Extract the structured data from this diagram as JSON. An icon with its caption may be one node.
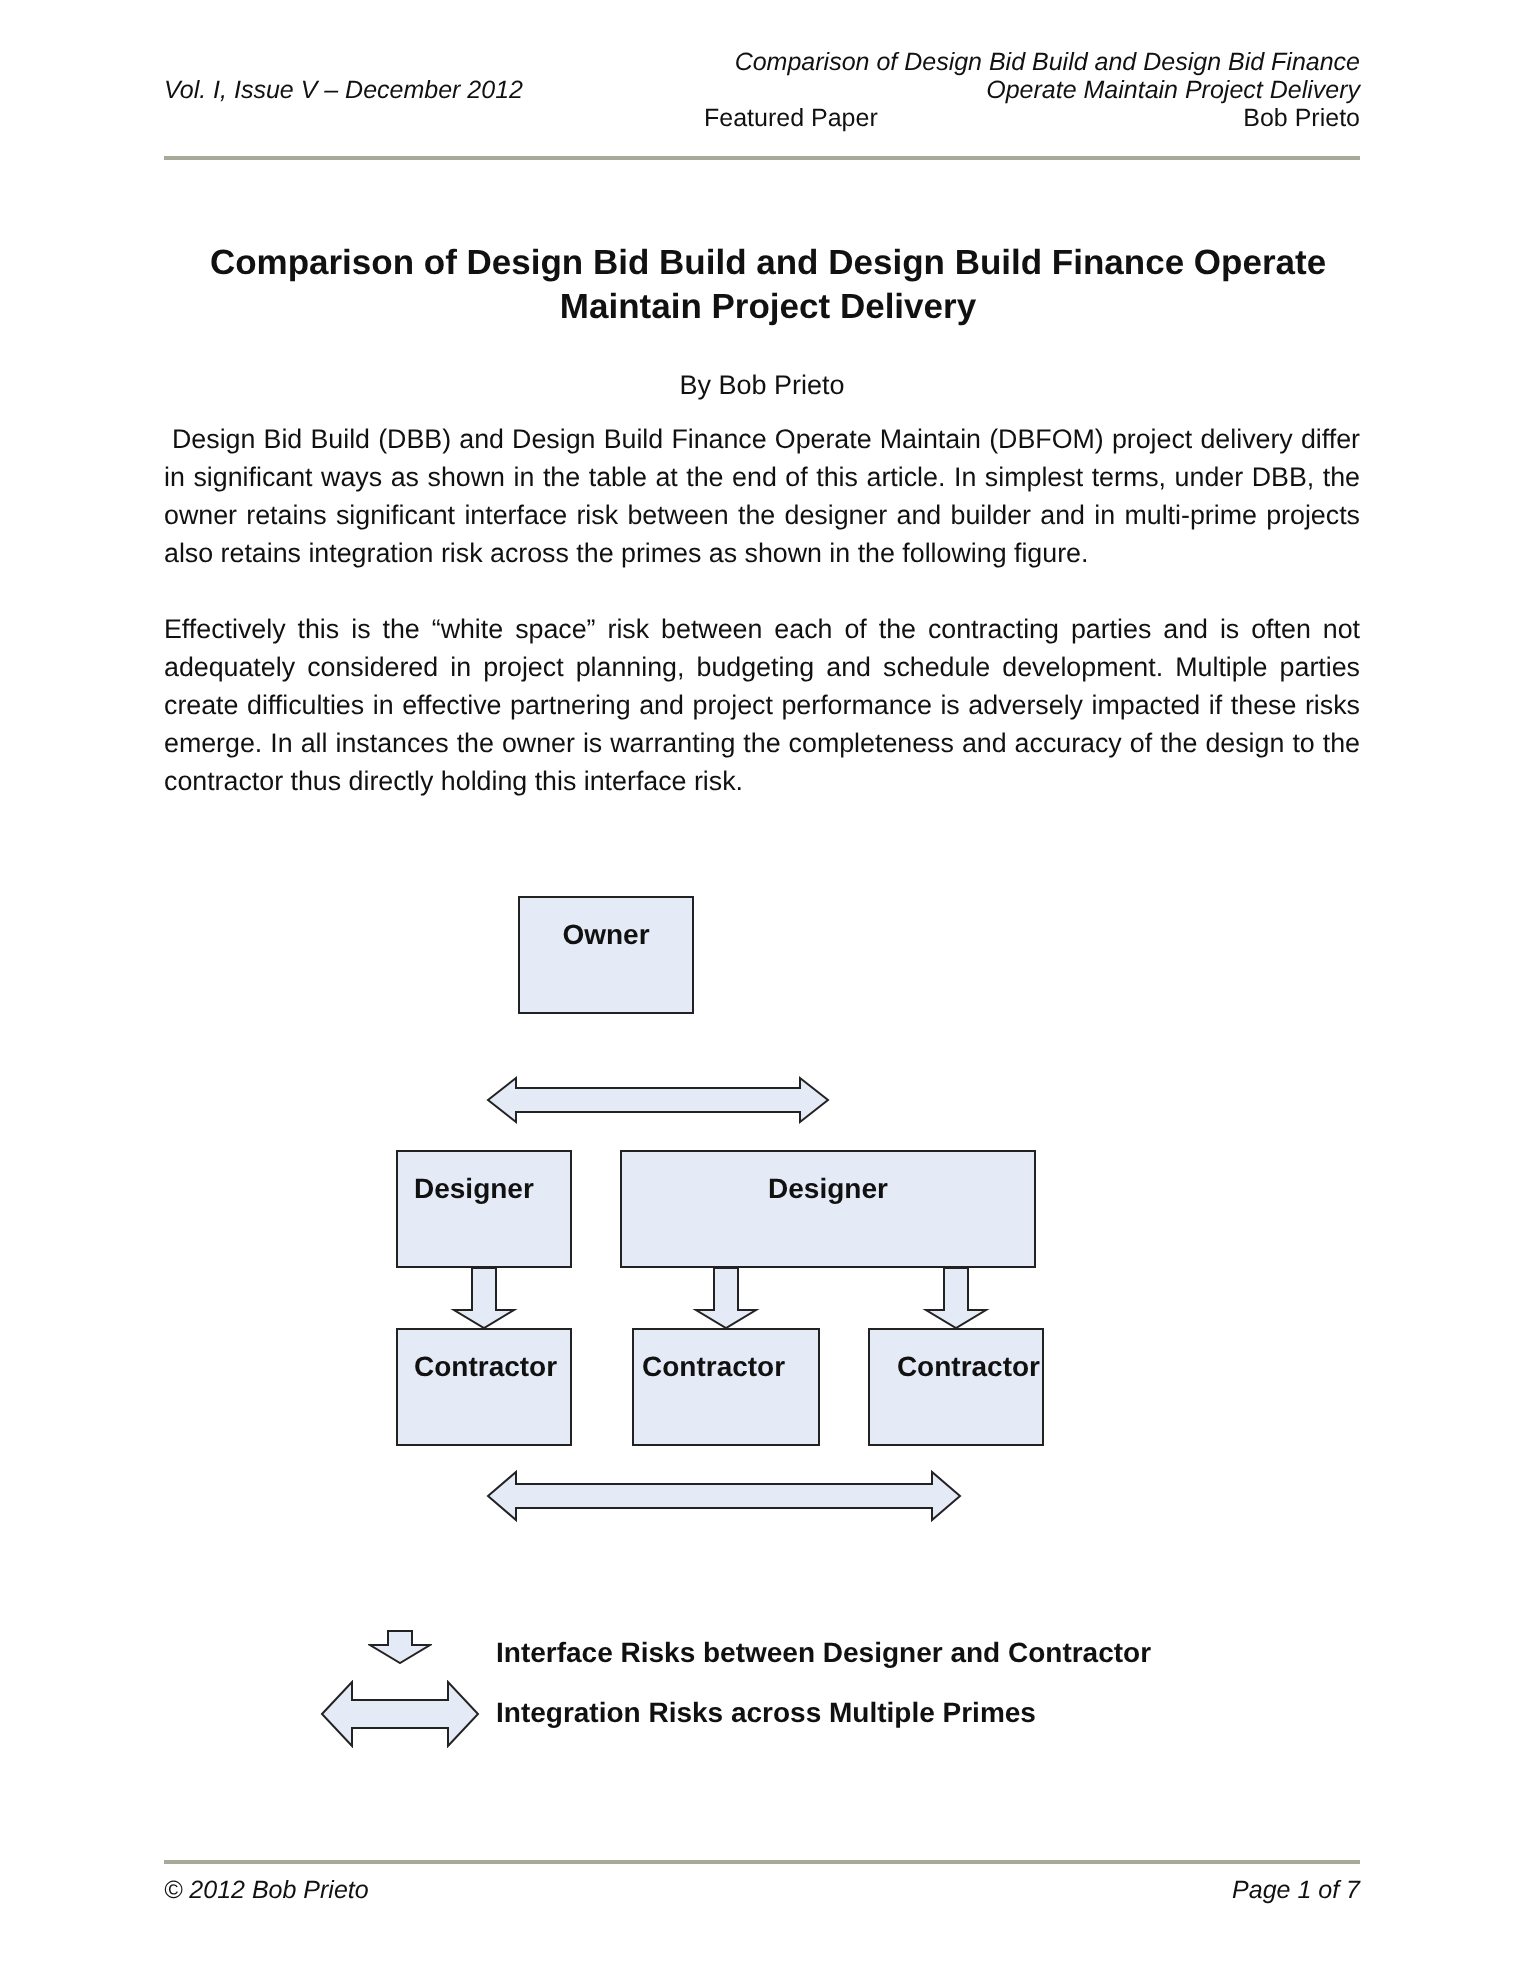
{
  "diagram": {
    "title": "Comparison of Design Bid Build and Design Build Finance Operate Maintain Project Delivery",
    "nodes": [
      {
        "text": [
          "Owner"
        ]
      },
      {
        "text": [
          "Designer"
        ]
      },
      {
        "text": [
          "Designer"
        ]
      },
      {
        "text": [
          "Contractor"
        ]
      },
      {
        "text": [
          "Contractor"
        ]
      },
      {
        "text": [
          "Contractor"
        ]
      }
    ],
    "edges": [
      {
        "from": 1,
        "to": 3,
        "arrow": "to"
      },
      {
        "from": 2,
        "to": 4,
        "arrow": "to"
      },
      {
        "from": 2,
        "to": 5,
        "arrow": "to"
      }
    ],
    "labels": [
      "Vol. I, Issue V – December 2012",
      "Comparison of Design Bid Build and Design Bid Finance Operate Maintain Project Delivery",
      "Featured Paper",
      "Bob Prieto",
      "By Bob Prieto",
      "Design Bid Build (DBB) and Design Build Finance Operate Maintain (DBFOM) project delivery differ in significant ways as shown in the table at the end of this article. In simplest terms, under DBB, the owner retains significant interface risk between the designer and builder and in multi-prime projects also retains integration risk across the primes as shown in the following figure.",
      "Effectively this is the “white space” risk between each of the contracting parties and is often not adequately considered in project planning, budgeting and schedule development. Multiple parties create difficulties in effective partnering and project performance is adversely impacted if these risks emerge. In all instances the owner is warranting the completeness and accuracy of the design to the contractor thus directly holding this interface risk.",
      "© 2012 Bob Prieto",
      "Page 1 of 7"
    ],
    "legend": [
      {
        "text": "Interface Risks between Designer and Contractor"
      },
      {
        "text": "Integration Risks across Multiple Primes"
      }
    ]
  }
}
